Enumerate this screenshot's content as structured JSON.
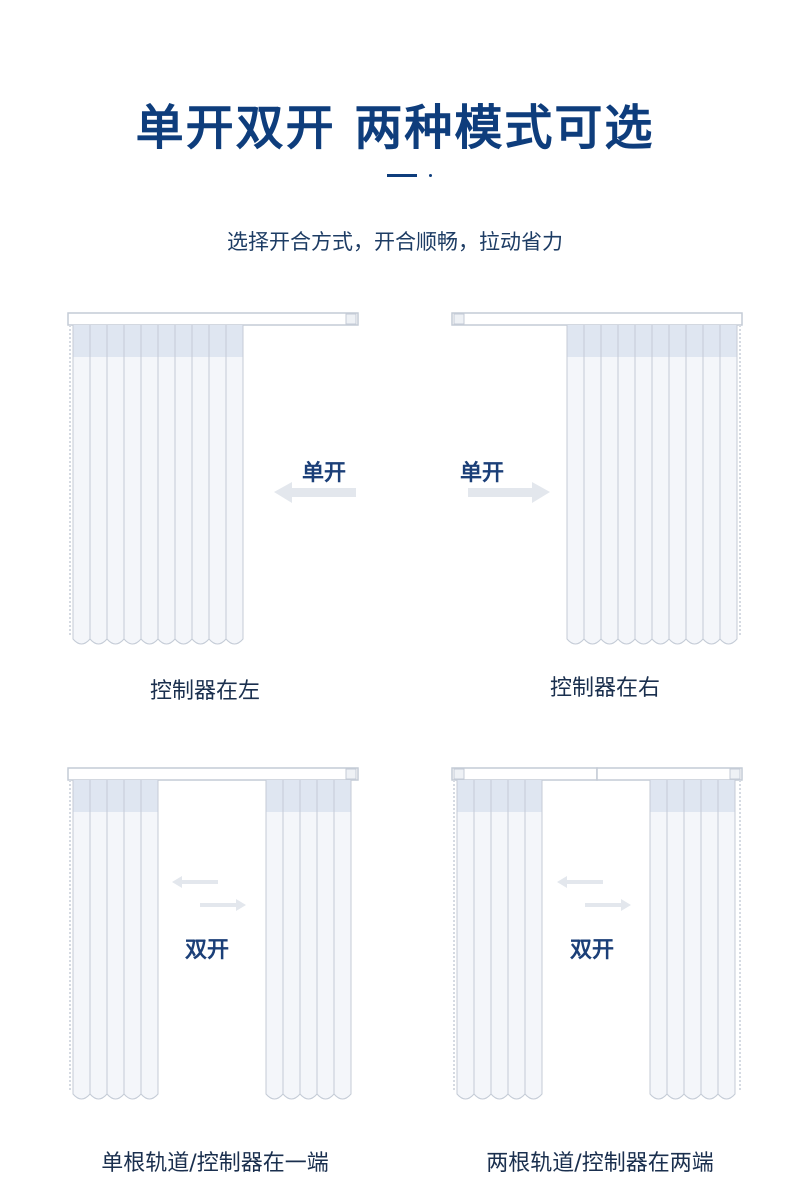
{
  "header": {
    "title": "单开双开 两种模式可选",
    "subtitle": "选择开合方式，开合顺畅，拉动省力"
  },
  "panels": [
    {
      "mode": "单开",
      "caption": "控制器在左"
    },
    {
      "mode": "单开",
      "caption": "控制器在右"
    },
    {
      "mode": "双开",
      "caption": "单根轨道/控制器在一端"
    },
    {
      "mode": "双开",
      "caption": "两根轨道/控制器在两端"
    }
  ],
  "colors": {
    "title": "#0e3d7c",
    "rail_stroke": "#c4cbd6",
    "fabric": "#f4f6fa",
    "fabric_top": "#dfe6f1",
    "arrow": "#e3e7ed"
  }
}
